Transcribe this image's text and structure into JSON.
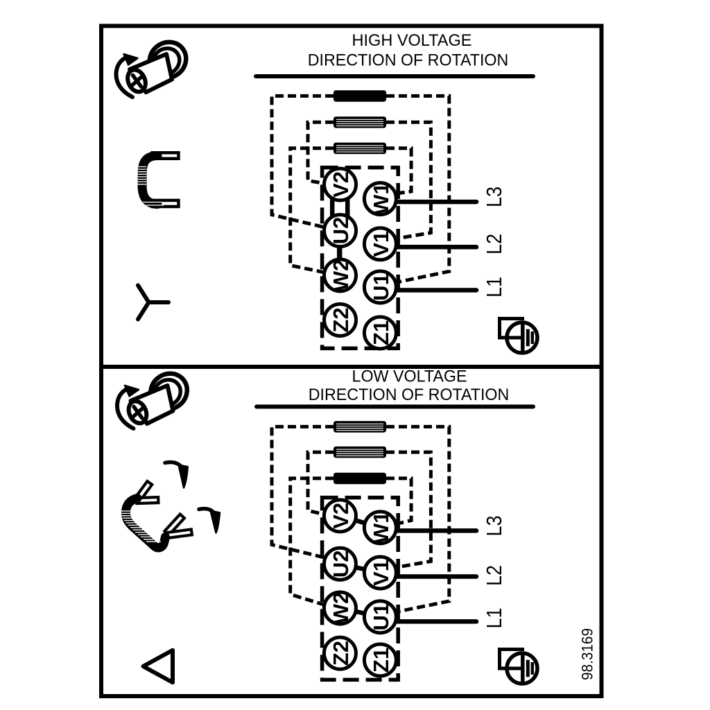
{
  "figure": {
    "type": "wiring-diagram",
    "background": "#ffffff",
    "ink": "#000000",
    "doc_number": "98.3169",
    "panels": [
      {
        "id": "high-voltage",
        "title_line1": "HIGH VOLTAGE",
        "title_line2": "DIRECTION OF ROTATION",
        "connection": "star",
        "windings": 3,
        "terminals_left": [
          "V2",
          "U2",
          "W2",
          "Z2"
        ],
        "terminals_right": [
          "W1",
          "V1",
          "U1",
          "Z1"
        ],
        "line_labels": [
          "L3",
          "L2",
          "L1"
        ],
        "jumper_links": [
          "V2-U2",
          "U2-W2"
        ],
        "icons": [
          "screw-turn-icon",
          "terminal-jumper-icon",
          "star-connection-icon",
          "earth-terminal-icon"
        ]
      },
      {
        "id": "low-voltage",
        "title_line1": "LOW VOLTAGE",
        "title_line2": "DIRECTION OF ROTATION",
        "connection": "delta",
        "windings": 3,
        "terminals_left": [
          "V2",
          "U2",
          "W2",
          "Z2"
        ],
        "terminals_right": [
          "W1",
          "V1",
          "U1",
          "Z1"
        ],
        "line_labels": [
          "L3",
          "L2",
          "L1"
        ],
        "jumper_links": [
          "V2-W1",
          "U2-V1",
          "W2-U1"
        ],
        "icons": [
          "screw-turn-icon",
          "jumper-reposition-icon",
          "delta-connection-icon",
          "earth-terminal-icon"
        ]
      }
    ]
  }
}
